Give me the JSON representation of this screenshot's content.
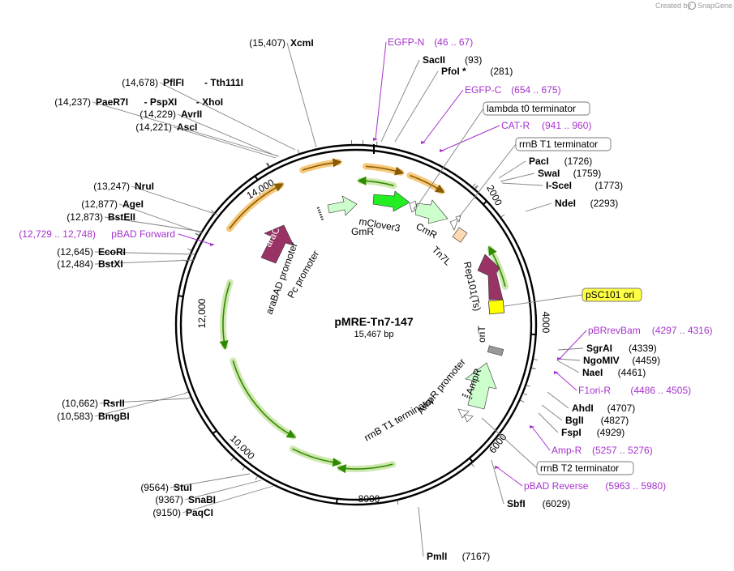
{
  "app": {
    "credit": "Created by",
    "brand": "SnapGene"
  },
  "plasmid": {
    "name": "pMRE-Tn7-147",
    "size_label": "15,467 bp",
    "length": 15467
  },
  "scale_ticks": [
    {
      "label": "2000",
      "pos": 2000
    },
    {
      "label": "4000",
      "pos": 4000
    },
    {
      "label": "6000",
      "pos": 6000
    },
    {
      "label": "8000",
      "pos": 8000
    },
    {
      "label": "10,000",
      "pos": 10000
    },
    {
      "label": "12,000",
      "pos": 12000
    },
    {
      "label": "14,000",
      "pos": 14000
    }
  ],
  "enzymes": [
    {
      "id": "xcmi",
      "name": "XcmI",
      "loc": "(15,407)",
      "site": 15407
    },
    {
      "id": "sacii",
      "name": "SacII",
      "loc": "(93)",
      "site": 93
    },
    {
      "id": "pfoi",
      "name": "PfoI *",
      "loc": "(281)",
      "site": 281
    },
    {
      "id": "paci",
      "name": "PacI",
      "loc": "(1726)",
      "site": 1726
    },
    {
      "id": "swai",
      "name": "SwaI",
      "loc": "(1759)",
      "site": 1759
    },
    {
      "id": "i-scei",
      "name": "I-SceI",
      "loc": "(1773)",
      "site": 1773
    },
    {
      "id": "ndei",
      "name": "NdeI",
      "loc": "(2293)",
      "site": 2293
    },
    {
      "id": "sgrai",
      "name": "SgrAI",
      "loc": "(4339)",
      "site": 4339
    },
    {
      "id": "ngomiv",
      "name": "NgoMIV",
      "loc": "(4459)",
      "site": 4459
    },
    {
      "id": "naei",
      "name": "NaeI",
      "loc": "(4461)",
      "site": 4461
    },
    {
      "id": "ahdi",
      "name": "AhdI",
      "loc": "(4707)",
      "site": 4707
    },
    {
      "id": "bgli",
      "name": "BglI",
      "loc": "(4827)",
      "site": 4827
    },
    {
      "id": "fspi",
      "name": "FspI",
      "loc": "(4929)",
      "site": 4929
    },
    {
      "id": "sbfi",
      "name": "SbfI",
      "loc": "(6029)",
      "site": 6029
    },
    {
      "id": "pmli",
      "name": "PmlI",
      "loc": "(7167)",
      "site": 7167
    },
    {
      "id": "paqci",
      "name": "PaqCI",
      "loc": "(9150)",
      "site": 9150
    },
    {
      "id": "snabi",
      "name": "SnaBI",
      "loc": "(9367)",
      "site": 9367
    },
    {
      "id": "stui",
      "name": "StuI",
      "loc": "(9564)",
      "site": 9564
    },
    {
      "id": "bmgbi",
      "name": "BmgBI",
      "loc": "(10,583)",
      "site": 10583
    },
    {
      "id": "rsrii",
      "name": "RsrII",
      "loc": "(10,662)",
      "site": 10662
    },
    {
      "id": "bstxi",
      "name": "BstXI",
      "loc": "(12,484)",
      "site": 12484
    },
    {
      "id": "ecori",
      "name": "EcoRI",
      "loc": "(12,645)",
      "site": 12645
    },
    {
      "id": "bsteii",
      "name": "BstEII",
      "loc": "(12,873)",
      "site": 12873
    },
    {
      "id": "agei",
      "name": "AgeI",
      "loc": "(12,877)",
      "site": 12877
    },
    {
      "id": "nrui",
      "name": "NruI",
      "loc": "(13,247)",
      "site": 13247
    },
    {
      "id": "asci",
      "name": "AscI",
      "loc": "(14,221)",
      "site": 14221
    },
    {
      "id": "avrii",
      "name": "AvrII",
      "loc": "(14,229)",
      "site": 14229
    },
    {
      "id": "paer7i",
      "name": "PaeR7I",
      "loc": "(14,237)",
      "site": 14237,
      "extra": [
        "PspXI",
        "XhoI"
      ]
    },
    {
      "id": "pflfi",
      "name": "PflFI",
      "loc": "(14,678)",
      "site": 14678,
      "extra": [
        "Tth111I"
      ]
    }
  ],
  "primers": [
    {
      "id": "egfp-n",
      "name": "EGFP-N",
      "range": "(46 .. 67)",
      "site": 56
    },
    {
      "id": "egfp-c",
      "name": "EGFP-C",
      "range": "(654 .. 675)",
      "site": 664
    },
    {
      "id": "cat-r",
      "name": "CAT-R",
      "range": "(941 .. 960)",
      "site": 950
    },
    {
      "id": "pbrrevbam",
      "name": "pBRrevBam",
      "range": "(4297 .. 4316)",
      "site": 4306
    },
    {
      "id": "f1ori-r",
      "name": "F1ori-R",
      "range": "(4486 .. 4505)",
      "site": 4495
    },
    {
      "id": "amp-r",
      "name": "Amp-R",
      "range": "(5257 .. 5276)",
      "site": 5266
    },
    {
      "id": "pbad-reverse",
      "name": "pBAD Reverse",
      "range": "(5963 .. 5980)",
      "site": 5971
    },
    {
      "id": "pbad-forward",
      "name": "pBAD Forward",
      "range": "(12,729 .. 12,748)",
      "site": 12738
    }
  ],
  "boxed_features": [
    {
      "id": "lambda-t0",
      "name": "lambda t0 terminator",
      "site": 700
    },
    {
      "id": "rrnb-t1-top",
      "name": "rrnB T1 terminator",
      "site": 1280
    },
    {
      "id": "psc101-ori",
      "name": "pSC101 ori",
      "site": 3500,
      "highlight": "#ffff44"
    },
    {
      "id": "rrnb-t2",
      "name": "rrnB T2 terminator",
      "site": 5700
    }
  ],
  "inner_features": [
    {
      "id": "gmr",
      "name": "GmR"
    },
    {
      "id": "mclover3",
      "name": "mClover3"
    },
    {
      "id": "cmr",
      "name": "CmR"
    },
    {
      "id": "tn7l",
      "name": "Tn7L"
    },
    {
      "id": "rep101",
      "name": "Rep101(Ts)"
    },
    {
      "id": "orit",
      "name": "oriT"
    },
    {
      "id": "ampr",
      "name": "AmpR"
    },
    {
      "id": "ampr-promoter",
      "name": "AmpR promoter"
    },
    {
      "id": "rrnb-t1-inner",
      "name": "rrnB T1 terminator"
    },
    {
      "id": "arac",
      "name": "araC"
    },
    {
      "id": "arabad-promoter",
      "name": "araBAD promoter"
    },
    {
      "id": "pc-promoter",
      "name": "Pc promoter"
    }
  ],
  "colors": {
    "backbone": "#000000",
    "enzyme_line": "#808080",
    "primer": "#a633cc",
    "orf_outline": "#00b400",
    "orf_highlight": "#cfe8b0",
    "orange_highlight": "#f5c87a",
    "pale_green": "#ccffcc",
    "bright_green": "#22ee22",
    "maroon": "#993366",
    "ori_yellow": "#ffff00",
    "orit_gray": "#999999",
    "tn7_peach": "#ffd9b3"
  }
}
